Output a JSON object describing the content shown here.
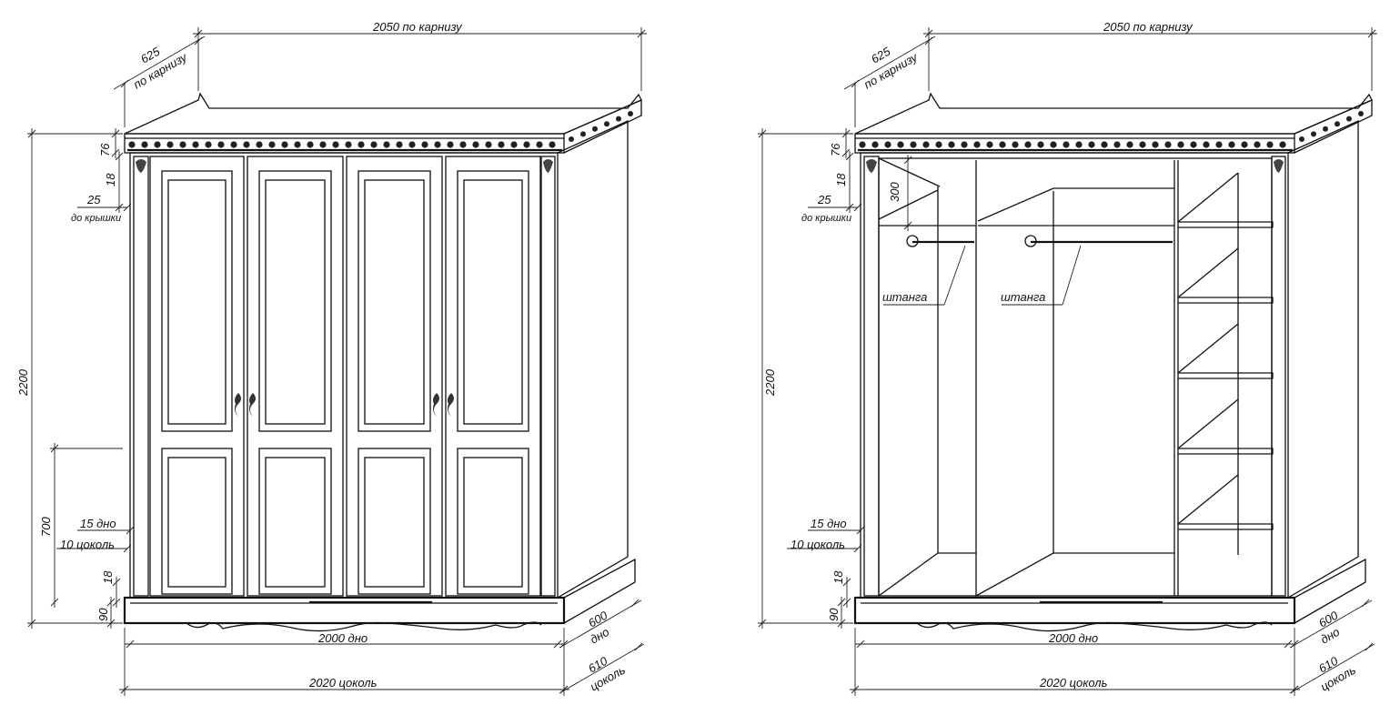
{
  "left": {
    "width_cornice": "2050 по карнизу",
    "depth_cornice_value": "625",
    "depth_cornice_label": "по карнизу",
    "d76": "76",
    "d18_top": "18",
    "d25": "25",
    "d25_label": "до крышки",
    "height": "2200",
    "d700": "700",
    "d15": "15 дно",
    "d10": "10 цоколь",
    "d18_bottom": "18",
    "d90": "90",
    "width_bottom": "2000 дно",
    "width_plinth": "2020 цоколь",
    "depth_bottom_value": "600",
    "depth_bottom_label": "дно",
    "depth_plinth_value": "610",
    "depth_plinth_label": "цоколь"
  },
  "right": {
    "width_cornice": "2050 по карнизу",
    "depth_cornice_value": "625",
    "depth_cornice_label": "по карнизу",
    "d76": "76",
    "d18_top": "18",
    "d25": "25",
    "d25_label": "до крышки",
    "d300": "300",
    "height": "2200",
    "d15": "15 дно",
    "d10": "10 цоколь",
    "d18_bottom": "18",
    "d90": "90",
    "width_bottom": "2000 дно",
    "width_plinth": "2020 цоколь",
    "depth_bottom_value": "600",
    "depth_bottom_label": "дно",
    "depth_plinth_value": "610",
    "depth_plinth_label": "цоколь",
    "rod_label_1": "штанга",
    "rod_label_2": "штанга"
  }
}
